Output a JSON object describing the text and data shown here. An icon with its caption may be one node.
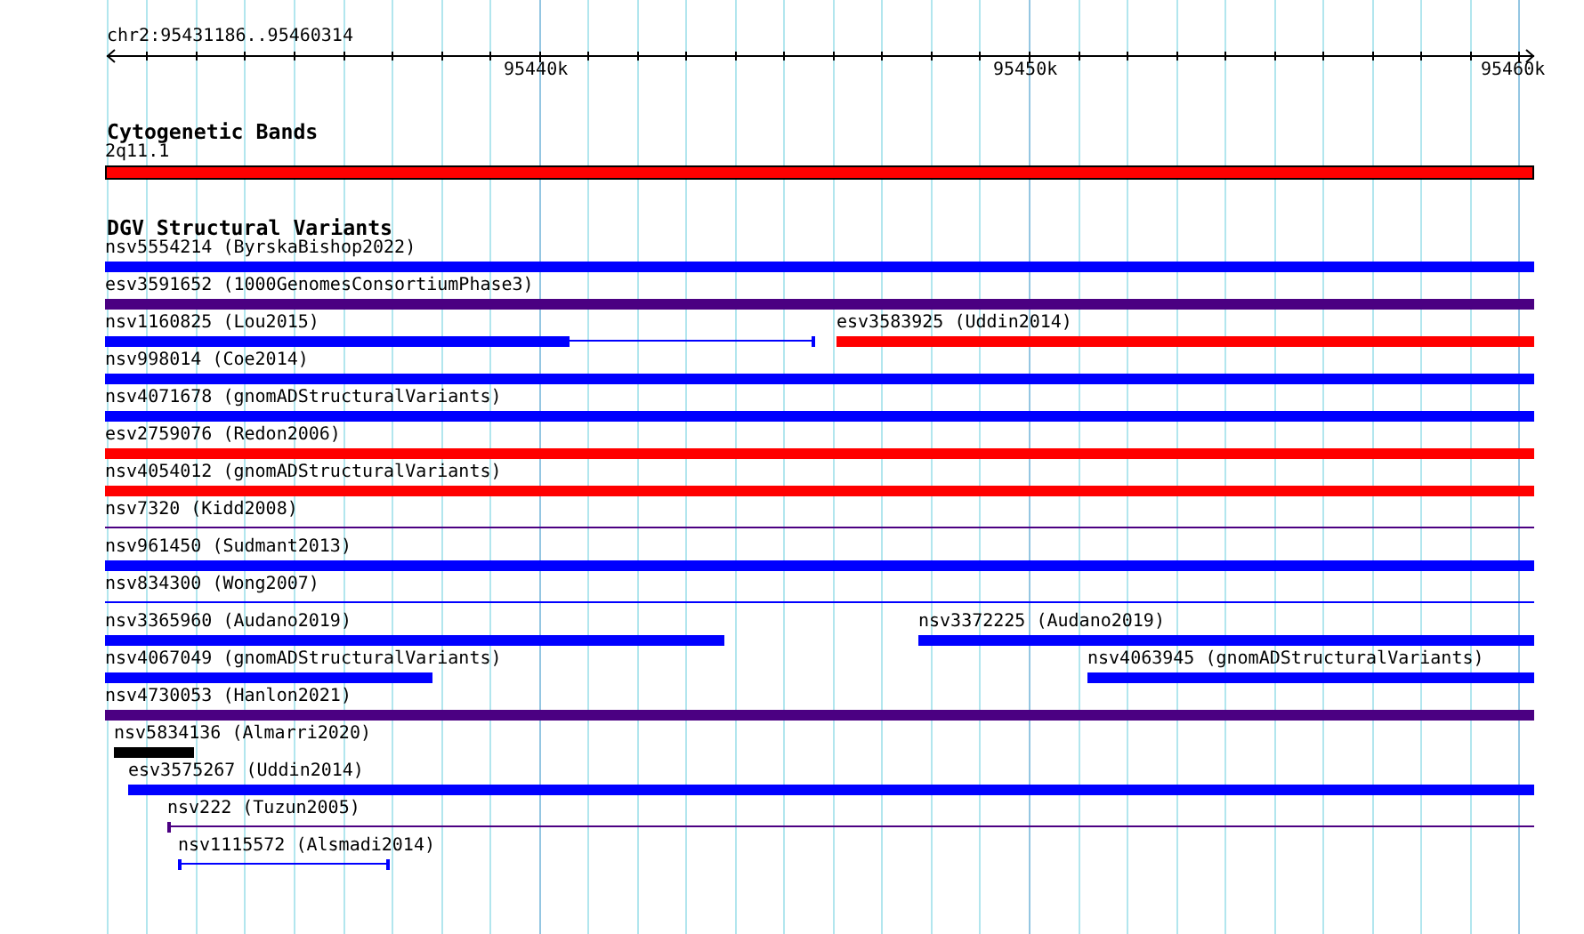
{
  "diagram": {
    "nodes": [
      {
        "text": [
          "2q11.1"
        ]
      },
      {
        "text": [
          "nsv5554214 (ByrskaBishop2022)"
        ]
      },
      {
        "text": [
          "esv3591652 (1000GenomesConsortiumPhase3)"
        ]
      },
      {
        "text": [
          "nsv1160825 (Lou2015)"
        ]
      },
      {
        "text": [
          "esv3583925 (Uddin2014)"
        ]
      },
      {
        "text": [
          "nsv998014 (Coe2014)"
        ]
      },
      {
        "text": [
          "nsv4071678 (gnomADStructuralVariants)"
        ]
      },
      {
        "text": [
          "esv2759076 (Redon2006)"
        ]
      },
      {
        "text": [
          "nsv4054012 (gnomADStructuralVariants)"
        ]
      },
      {
        "text": [
          "nsv7320 (Kidd2008)"
        ]
      },
      {
        "text": [
          "nsv961450 (Sudmant2013)"
        ]
      },
      {
        "text": [
          "nsv834300 (Wong2007)"
        ]
      },
      {
        "text": [
          "nsv3365960 (Audano2019)"
        ]
      },
      {
        "text": [
          "nsv3372225 (Audano2019)"
        ]
      },
      {
        "text": [
          "nsv4067049 (gnomADStructuralVariants)"
        ]
      },
      {
        "text": [
          "nsv4063945 (gnomADStructuralVariants)"
        ]
      },
      {
        "text": [
          "nsv4730053 (Hanlon2021)"
        ]
      },
      {
        "text": [
          "nsv5834136 (Almarri2020)"
        ]
      },
      {
        "text": [
          "esv3575267 (Uddin2014)"
        ]
      },
      {
        "text": [
          "nsv222 (Tuzun2005)"
        ]
      },
      {
        "text": [
          "nsv1115572 (Alsmadi2014)"
        ]
      }
    ],
    "labels": [
      "chr2:95431186..95460314",
      "95440k",
      "95450k",
      "95460k",
      "Cytogenetic Bands",
      "DGV Structural Variants"
    ]
  }
}
